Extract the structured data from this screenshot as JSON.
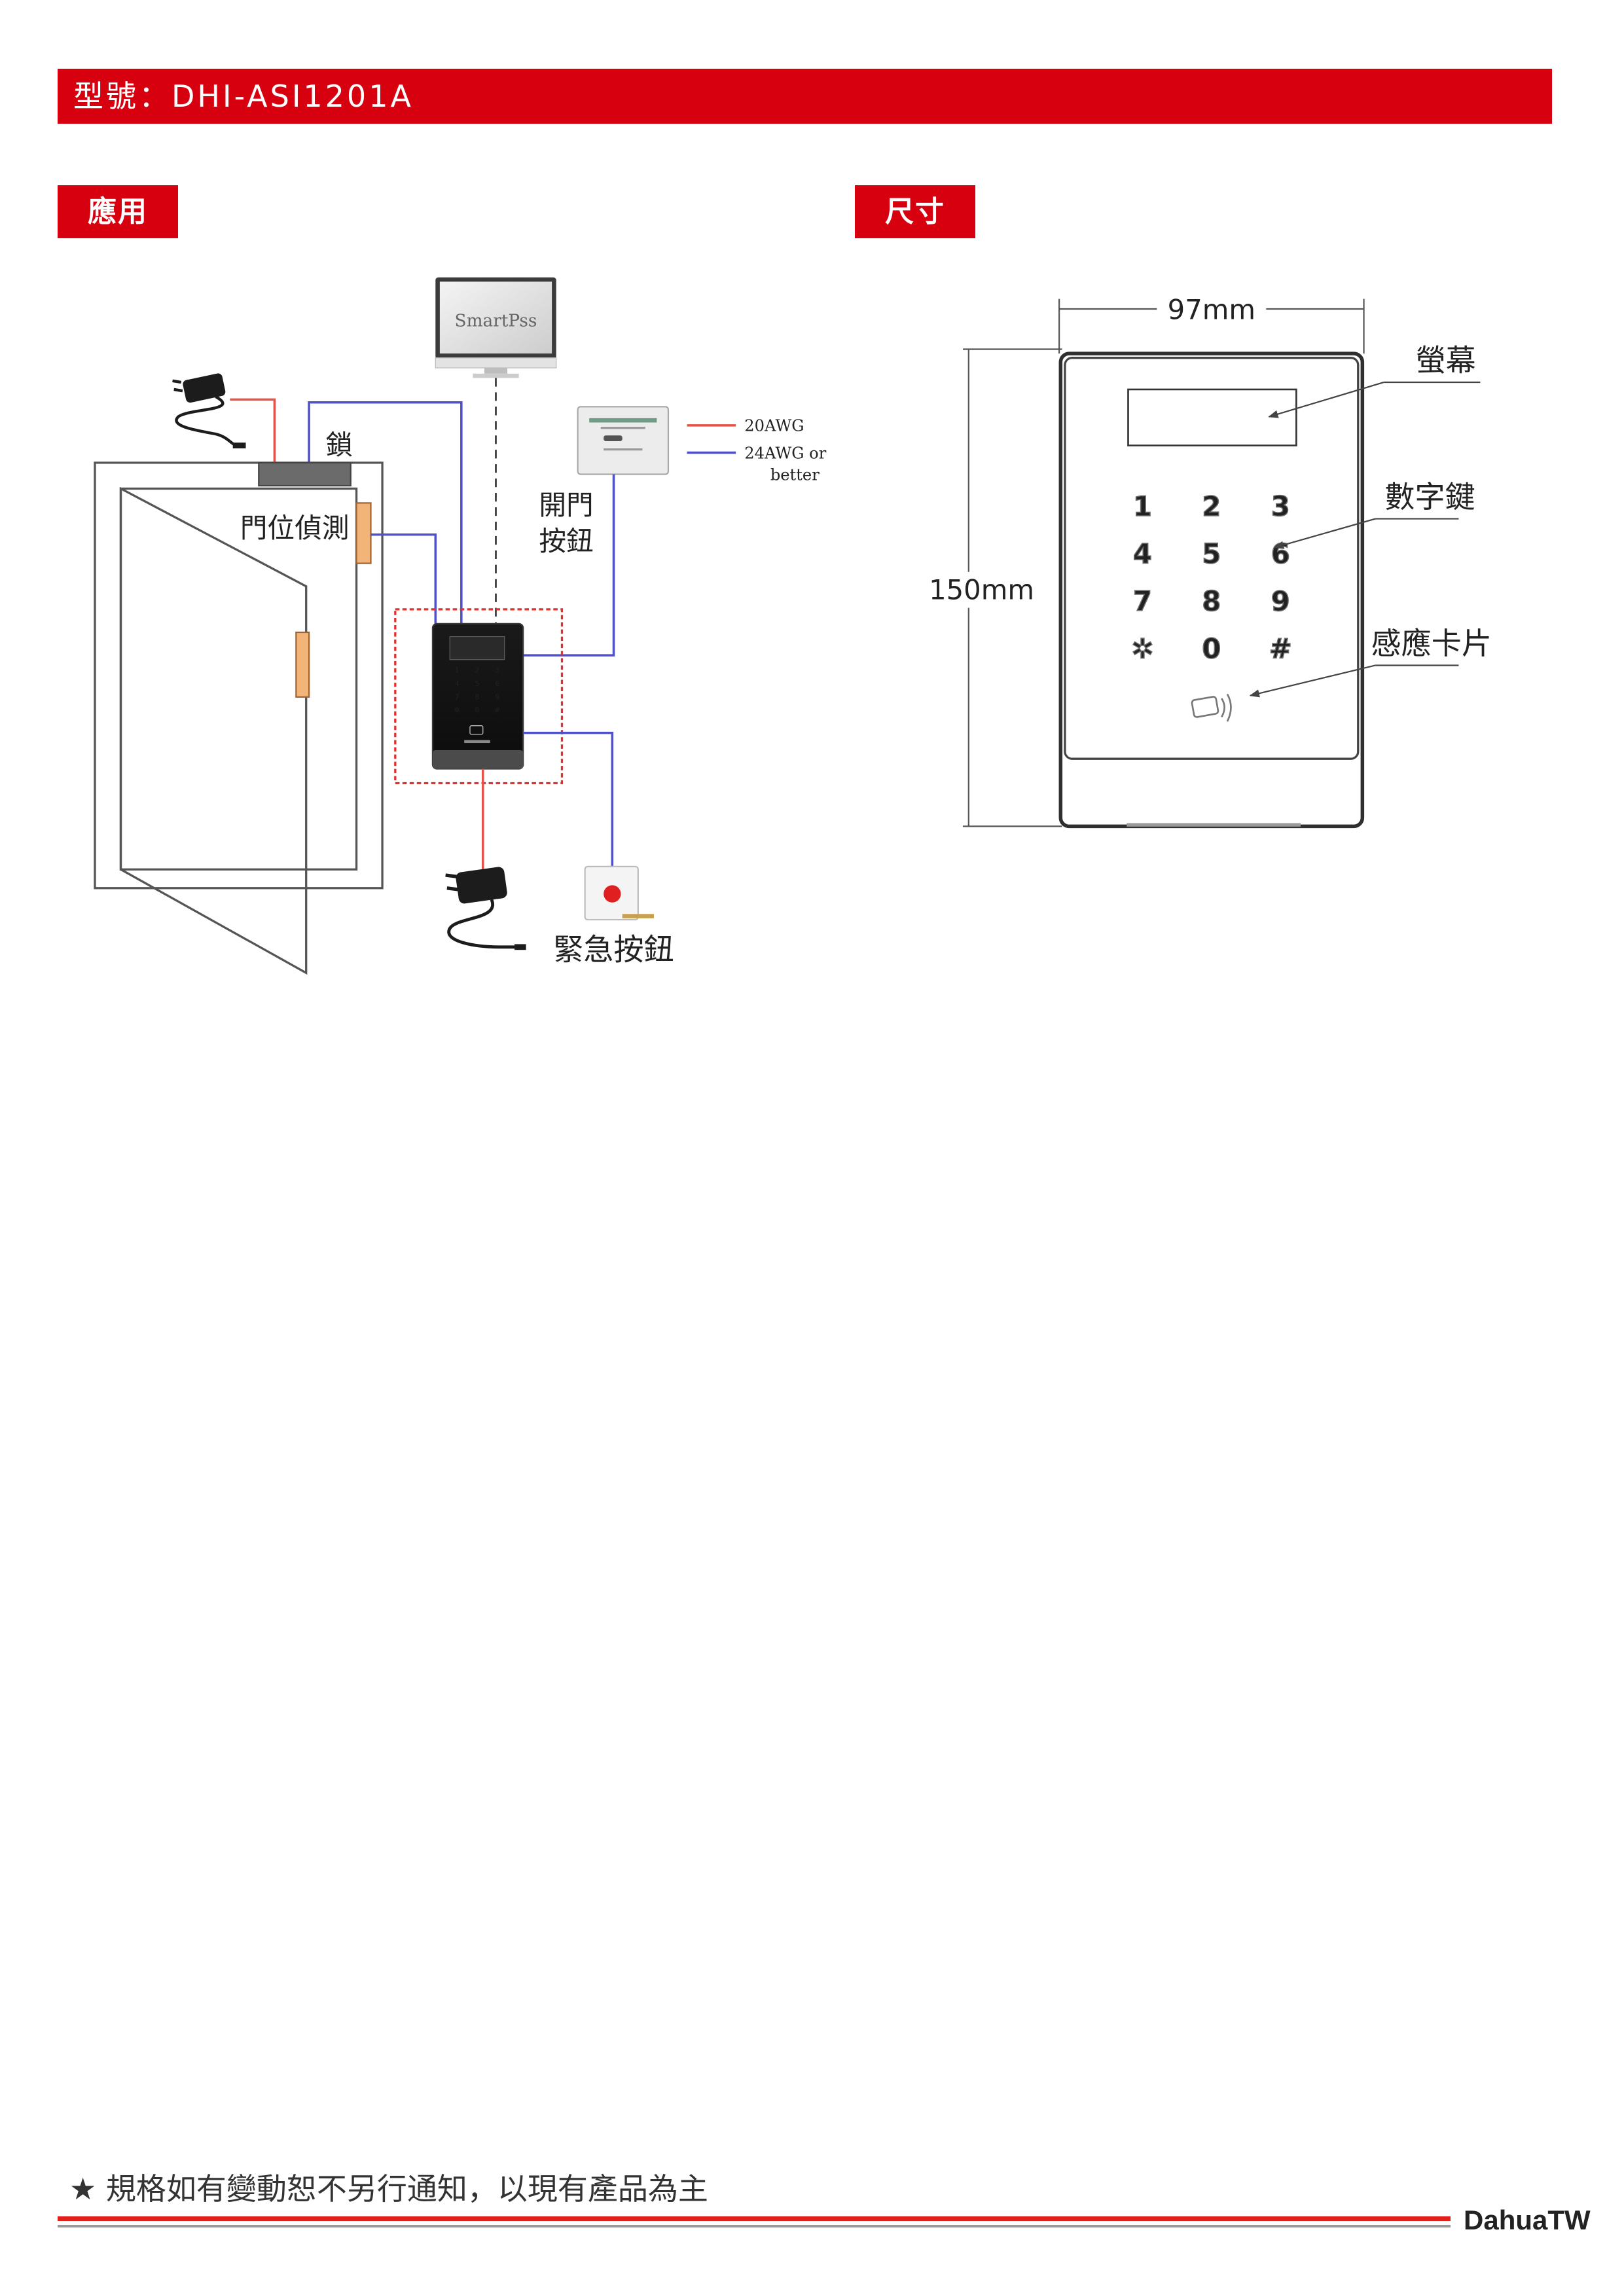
{
  "header": {
    "model_label": "型號：DHI-ASI1201A"
  },
  "sections": {
    "application": "應用",
    "dimensions": "尺寸"
  },
  "application_diagram": {
    "software": "SmartPss",
    "lock": "鎖",
    "door_sensor": "門位偵測",
    "exit_button": [
      "開門",
      "按鈕"
    ],
    "emergency_button": "緊急按鈕",
    "legend": [
      {
        "lines": [
          "20AWG"
        ],
        "color": "#e4534a"
      },
      {
        "lines": [
          "24AWG or",
          "better"
        ],
        "color": "#5050c8"
      }
    ]
  },
  "dimension_diagram": {
    "width": "97mm",
    "height": "150mm",
    "callouts": {
      "screen": "螢幕",
      "keypad": "數字鍵",
      "card_reader": "感應卡片"
    }
  },
  "keypad_keys": [
    "1",
    "2",
    "3",
    "4",
    "5",
    "6",
    "7",
    "8",
    "9",
    "✲",
    "0",
    "#"
  ],
  "colors": {
    "accent": "#d7000f",
    "power_wire": "#e4534a",
    "signal_wire": "#5050c8",
    "door_hardware": "#f2b478"
  },
  "footer": {
    "note": "★ 規格如有變動恕不另行通知，以現有產品為主",
    "brand": "DahuaTW"
  }
}
